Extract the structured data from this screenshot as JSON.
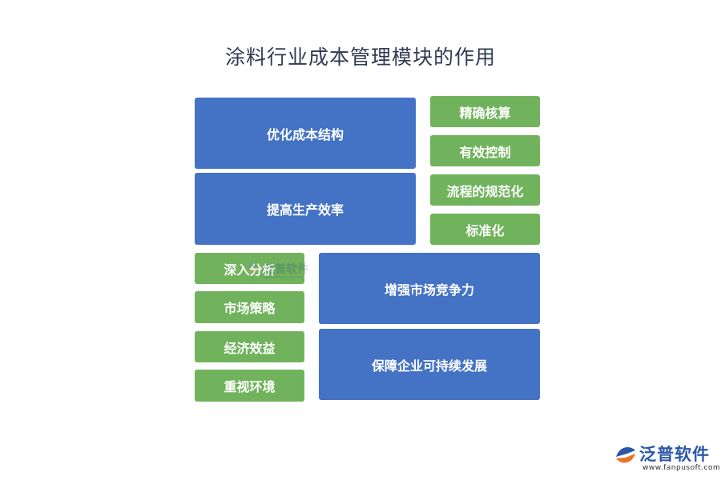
{
  "title": "涂料行业成本管理模块的作用",
  "blocks": {
    "blue": [
      "优化成本结构",
      "提高生产效率",
      "增强市场竞争力",
      "保障企业可持续发展"
    ],
    "green_right": [
      "精确核算",
      "有效控制",
      "流程的规范化",
      "标准化"
    ],
    "green_left": [
      "深入分析",
      "市场策略",
      "经济效益",
      "重视环境"
    ]
  },
  "watermark": {
    "text": "泛普软件",
    "subtext": "www.fanpusoft.com"
  },
  "logo": {
    "text": "泛普软件",
    "url": "www.fanpusoft.com"
  },
  "colors": {
    "blue": "#4472c4",
    "green": "#70b35c",
    "title": "#2f3b52",
    "brand": "#2a57a8",
    "brand_accent": "#e8742a"
  }
}
